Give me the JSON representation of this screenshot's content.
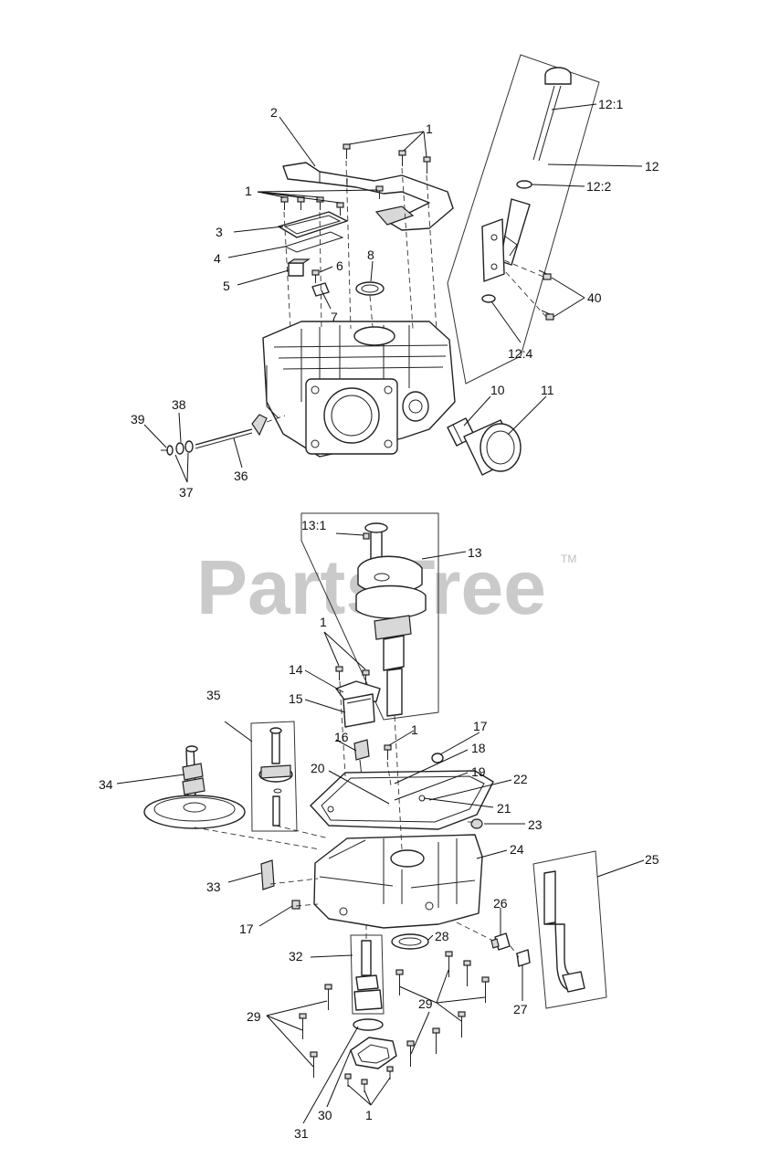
{
  "watermark": {
    "text": "PartsTree",
    "trademark": "TM"
  },
  "callouts": {
    "c1a": "1",
    "c1b": "1",
    "c1c": "1",
    "c1d": "1",
    "c1e": "1",
    "c2": "2",
    "c3": "3",
    "c4": "4",
    "c5": "5",
    "c6": "6",
    "c7": "7",
    "c8": "8",
    "c10": "10",
    "c11": "11",
    "c12": "12",
    "c12_1": "12:1",
    "c12_2": "12:2",
    "c12_4": "12:4",
    "c13": "13",
    "c13_1": "13:1",
    "c14": "14",
    "c15": "15",
    "c16": "16",
    "c17a": "17",
    "c17b": "17",
    "c18": "18",
    "c19": "19",
    "c20": "20",
    "c21": "21",
    "c22": "22",
    "c23": "23",
    "c24": "24",
    "c25": "25",
    "c26": "26",
    "c27": "27",
    "c28": "28",
    "c29a": "29",
    "c29b": "29",
    "c30": "30",
    "c31": "31",
    "c32": "32",
    "c33": "33",
    "c34": "34",
    "c35": "35",
    "c36": "36",
    "c37": "37",
    "c38": "38",
    "c39": "39",
    "c40": "40"
  }
}
